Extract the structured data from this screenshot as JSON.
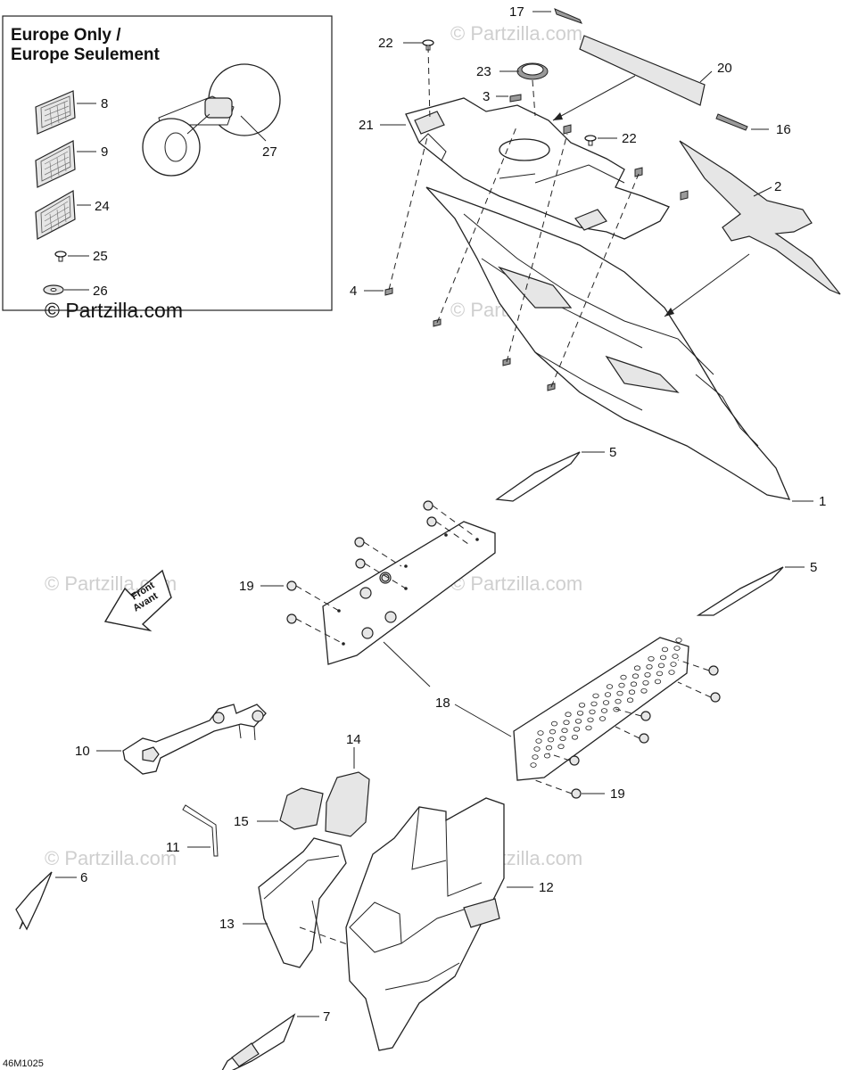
{
  "inset": {
    "title_line1": "Europe Only /",
    "title_line2": "Europe Seulement",
    "watermark": "© Partzilla.com"
  },
  "watermark_text": "© Partzilla.com",
  "diagram_code": "46M1025",
  "front_arrow": {
    "line1": "Front",
    "line2": "Avant"
  },
  "callouts": {
    "c1": "1",
    "c2": "2",
    "c3": "3",
    "c4": "4",
    "c5a": "5",
    "c5b": "5",
    "c6": "6",
    "c7": "7",
    "c8": "8",
    "c9": "9",
    "c10": "10",
    "c11": "11",
    "c12": "12",
    "c13": "13",
    "c14": "14",
    "c15": "15",
    "c16": "16",
    "c17": "17",
    "c18": "18",
    "c19a": "19",
    "c19b": "19",
    "c20": "20",
    "c21": "21",
    "c22a": "22",
    "c22b": "22",
    "c23": "23",
    "c24": "24",
    "c25": "25",
    "c26": "26",
    "c27": "27"
  }
}
